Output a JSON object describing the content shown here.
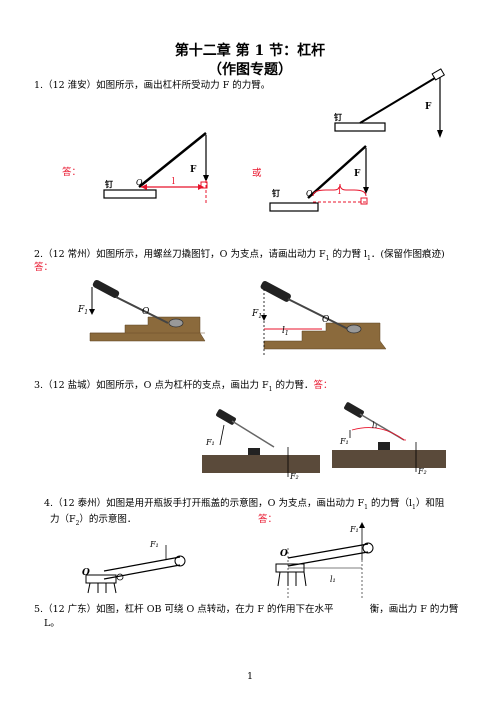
{
  "header": {
    "title": "第十二章  第 1 节：杠杆",
    "subtitle": "（作图专题）"
  },
  "q1": {
    "text": "1.（12 淮安）如图所示，画出杠杆所受动力 F 的力臂。",
    "answer_label": "答：",
    "or_label": "或",
    "nail_label": "钉",
    "force_label": "F",
    "pivot_label": "O",
    "arm_label": "l"
  },
  "q2": {
    "text": "2.（12 常州）如图所示，用螺丝刀撬图钉，O 为支点，请画出动力 F",
    "text_sub": "1",
    "text_tail": " 的力臂 l",
    "text_tail_sub": "1",
    "text_end": "．(保留作图痕迹)",
    "answer_label": "答：",
    "force_label": "F",
    "force_sub": "1",
    "pivot_label": "O",
    "arm_label": "l",
    "arm_sub": "1"
  },
  "q3": {
    "text": "3.（12 盐城）如图所示，O 点为杠杆的支点，画出力 F",
    "text_sub": "1",
    "text_end": " 的力臂．",
    "answer_label": "答：",
    "f1": "F₁",
    "f2": "F₂",
    "arm": "l₁"
  },
  "q4": {
    "line1": "4.（12 泰州）如图是用开瓶扳手打开瓶盖的示意图，O 为支点，画出动力 F",
    "line1_sub": "1",
    "line1_tail": " 的力臂（l",
    "line1_tail_sub": "1",
    "line1_end": "）和阻",
    "line2": "力（F",
    "line2_sub": "2",
    "line2_end": "）的示意图．",
    "answer_label": "答：",
    "pivot_label": "O",
    "f1": "F₁",
    "arm": "l₁"
  },
  "q5": {
    "line1": "5.（12 广东）如图，杠杆 OB 可绕 O 点转动，在力 F 的作用下在水平",
    "line1_end": "衡，画出力 F 的力臂",
    "line2": "L。"
  },
  "footer": {
    "page_number": "1"
  }
}
